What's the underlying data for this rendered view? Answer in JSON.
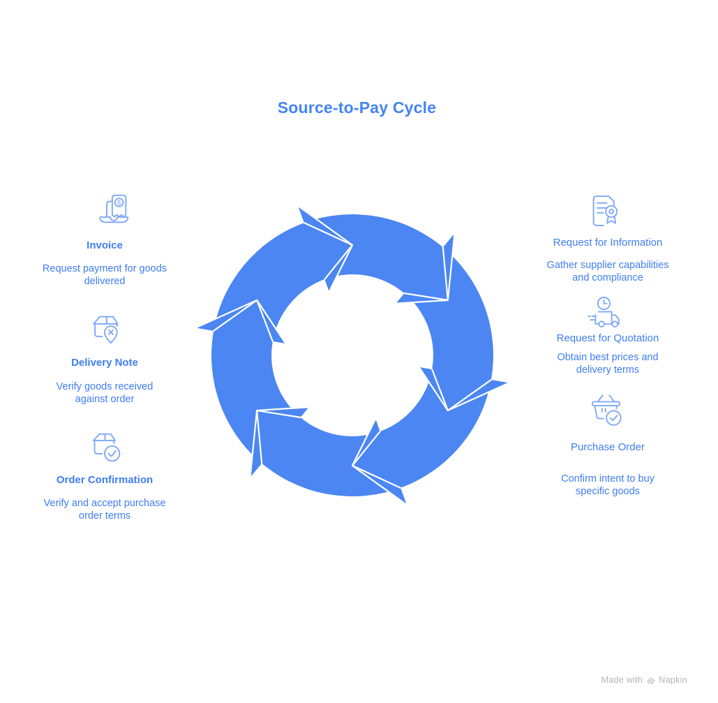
{
  "title": "Source-to-Pay Cycle",
  "cycle": {
    "segments": 6,
    "direction": "clockwise",
    "color": "#4b86f2"
  },
  "items": {
    "left": [
      {
        "icon": "invoice-laptop-icon",
        "title": "Invoice",
        "desc": "Request payment for goods\ndelivered"
      },
      {
        "icon": "package-location-pin-icon",
        "title": "Delivery Note",
        "desc": "Verify goods received\nagainst order"
      },
      {
        "icon": "package-check-icon",
        "title": "Order Confirmation",
        "desc": "Verify and accept purchase\norder terms"
      }
    ],
    "right": [
      {
        "icon": "document-badge-icon",
        "title": "Request for Information",
        "desc": "Gather supplier capabilities\nand compliance"
      },
      {
        "icon": "delivery-truck-clock-icon",
        "title": "Request for Quotation",
        "desc": "Obtain best prices and\ndelivery terms"
      },
      {
        "icon": "shopping-basket-check-icon",
        "title": "Purchase Order",
        "desc": "Confirm intent to buy\nspecific goods"
      }
    ]
  },
  "icons": {
    "invoice_symbol": "$"
  },
  "watermark": {
    "prefix": "Made with",
    "brand": "Napkin"
  },
  "colors": {
    "accent_text": "#3f7df2",
    "ring": "#4b86f2",
    "icon_stroke": "#7da7f6",
    "watermark": "#b4b4b4"
  }
}
